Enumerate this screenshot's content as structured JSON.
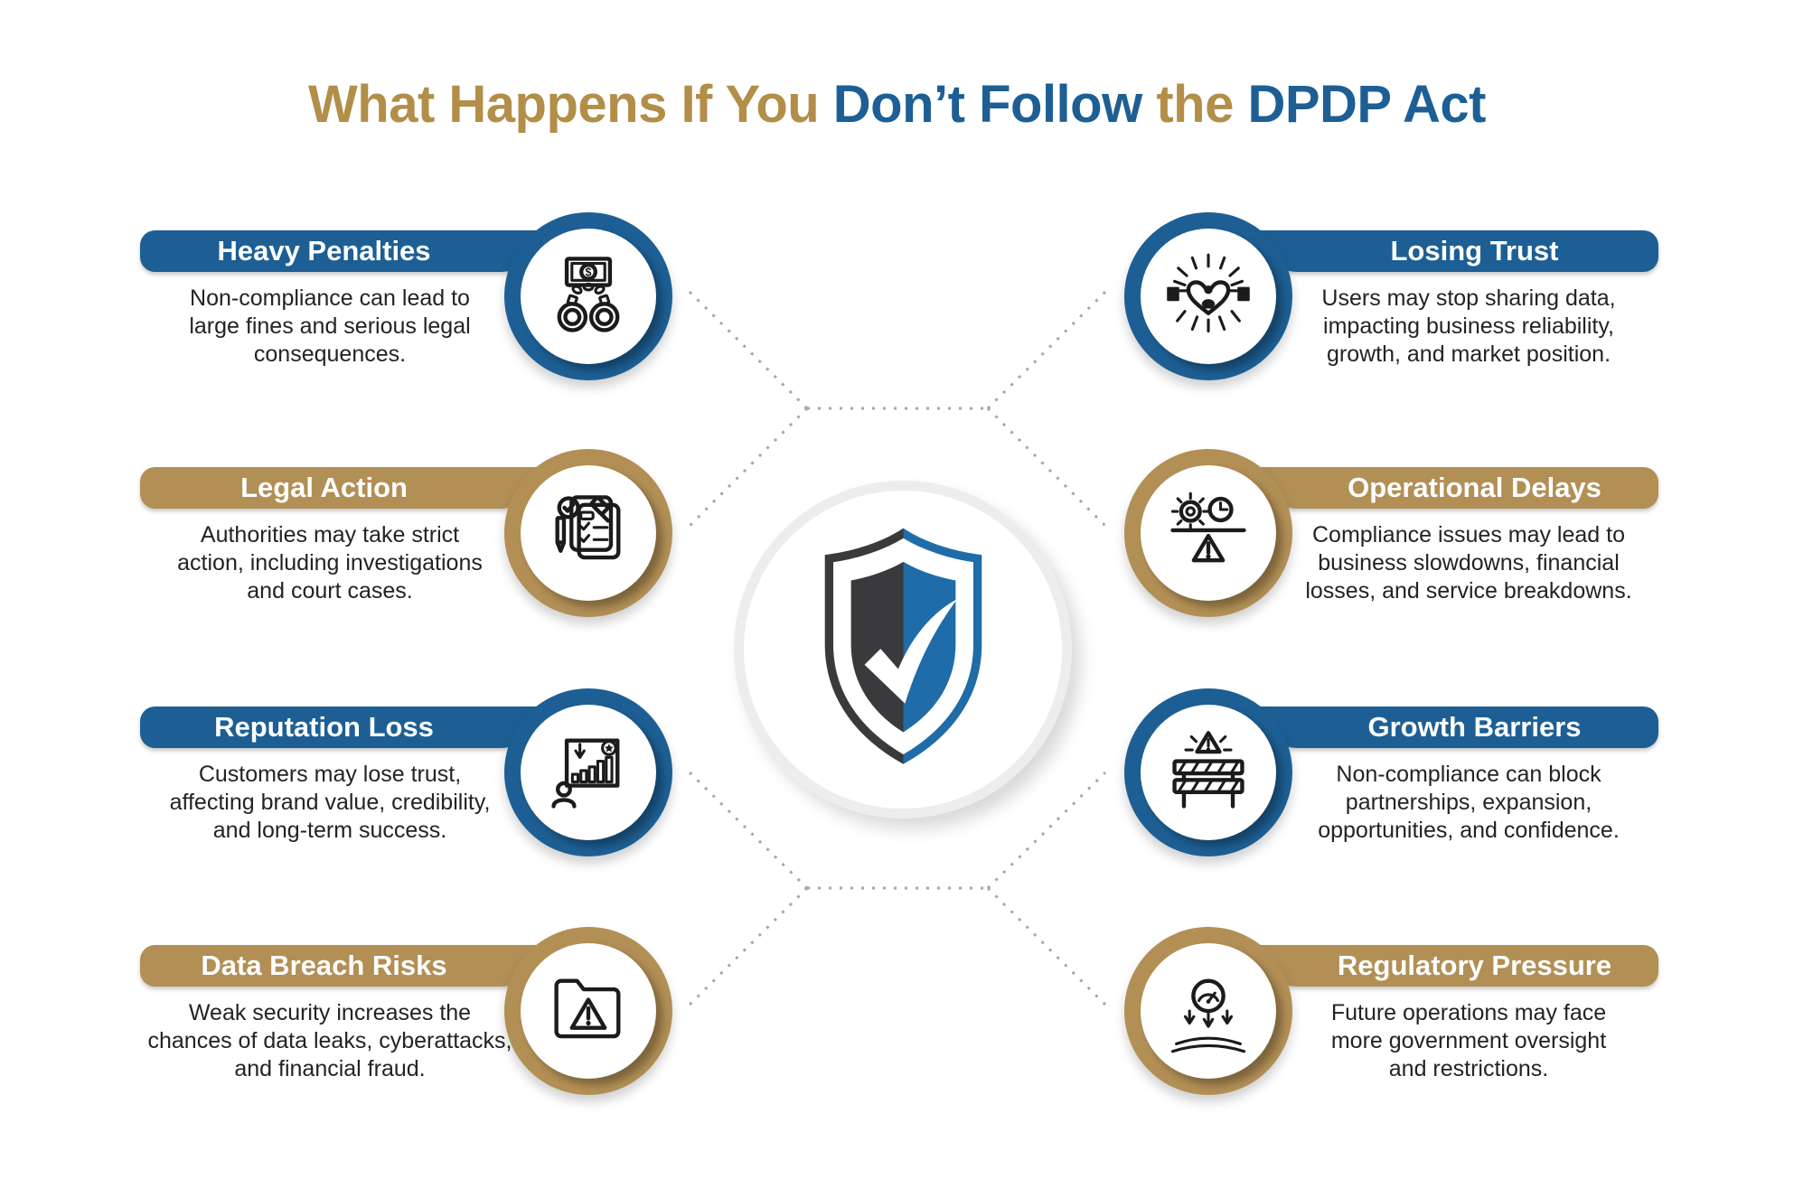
{
  "title": {
    "segments": [
      {
        "text": "What Happens If You ",
        "color": "gold"
      },
      {
        "text": "Don’t Follow ",
        "color": "blue"
      },
      {
        "text": "the ",
        "color": "gold"
      },
      {
        "text": "DPDP Act",
        "color": "blue"
      }
    ]
  },
  "colors": {
    "blue": "#1D5F94",
    "gold": "#B28F55",
    "gold_title": "#B28E49",
    "shield_dark": "#3A393B",
    "shield_blue": "#1F6CA8",
    "dot": "#A6A6A6",
    "body_text": "#232323"
  },
  "center": {
    "icon": "shield-check-icon"
  },
  "cards": [
    {
      "id": "heavy-penalties",
      "side": "left",
      "row": 1,
      "accent": "blue",
      "title": "Heavy Penalties",
      "description_lines": [
        "Non-compliance can lead to",
        "large fines and serious legal",
        "consequences."
      ],
      "icon": "handcuffs-money-icon"
    },
    {
      "id": "legal-action",
      "side": "left",
      "row": 2,
      "accent": "gold",
      "title": "Legal Action",
      "description_lines": [
        "Authorities may take strict",
        "action, including investigations",
        "and court cases."
      ],
      "icon": "legal-documents-icon"
    },
    {
      "id": "reputation-loss",
      "side": "left",
      "row": 3,
      "accent": "blue",
      "title": "Reputation Loss",
      "description_lines": [
        "Customers may lose trust,",
        "affecting brand value, credibility,",
        "and long-term success."
      ],
      "icon": "declining-chart-icon"
    },
    {
      "id": "data-breach-risks",
      "side": "left",
      "row": 4,
      "accent": "gold",
      "title": "Data Breach Risks",
      "description_lines": [
        "Weak security increases the",
        "chances of data leaks, cyberattacks,",
        "and financial fraud."
      ],
      "icon": "folder-warning-icon"
    },
    {
      "id": "losing-trust",
      "side": "right",
      "row": 1,
      "accent": "blue",
      "title": "Losing Trust",
      "description_lines": [
        "Users may stop sharing data,",
        "impacting business reliability,",
        "growth, and market position."
      ],
      "icon": "trust-hands-icon"
    },
    {
      "id": "operational-delays",
      "side": "right",
      "row": 2,
      "accent": "gold",
      "title": "Operational Delays",
      "description_lines": [
        "Compliance issues may lead to",
        "business slowdowns, financial",
        "losses, and service breakdowns."
      ],
      "icon": "gear-clock-warning-icon"
    },
    {
      "id": "growth-barriers",
      "side": "right",
      "row": 3,
      "accent": "blue",
      "title": "Growth Barriers",
      "description_lines": [
        "Non-compliance can block",
        "partnerships, expansion,",
        "opportunities, and confidence."
      ],
      "icon": "barrier-warning-icon"
    },
    {
      "id": "regulatory-pressure",
      "side": "right",
      "row": 4,
      "accent": "gold",
      "title": "Regulatory Pressure",
      "description_lines": [
        "Future operations may face",
        "more government oversight",
        "and restrictions."
      ],
      "icon": "pressure-gauge-icon"
    }
  ]
}
